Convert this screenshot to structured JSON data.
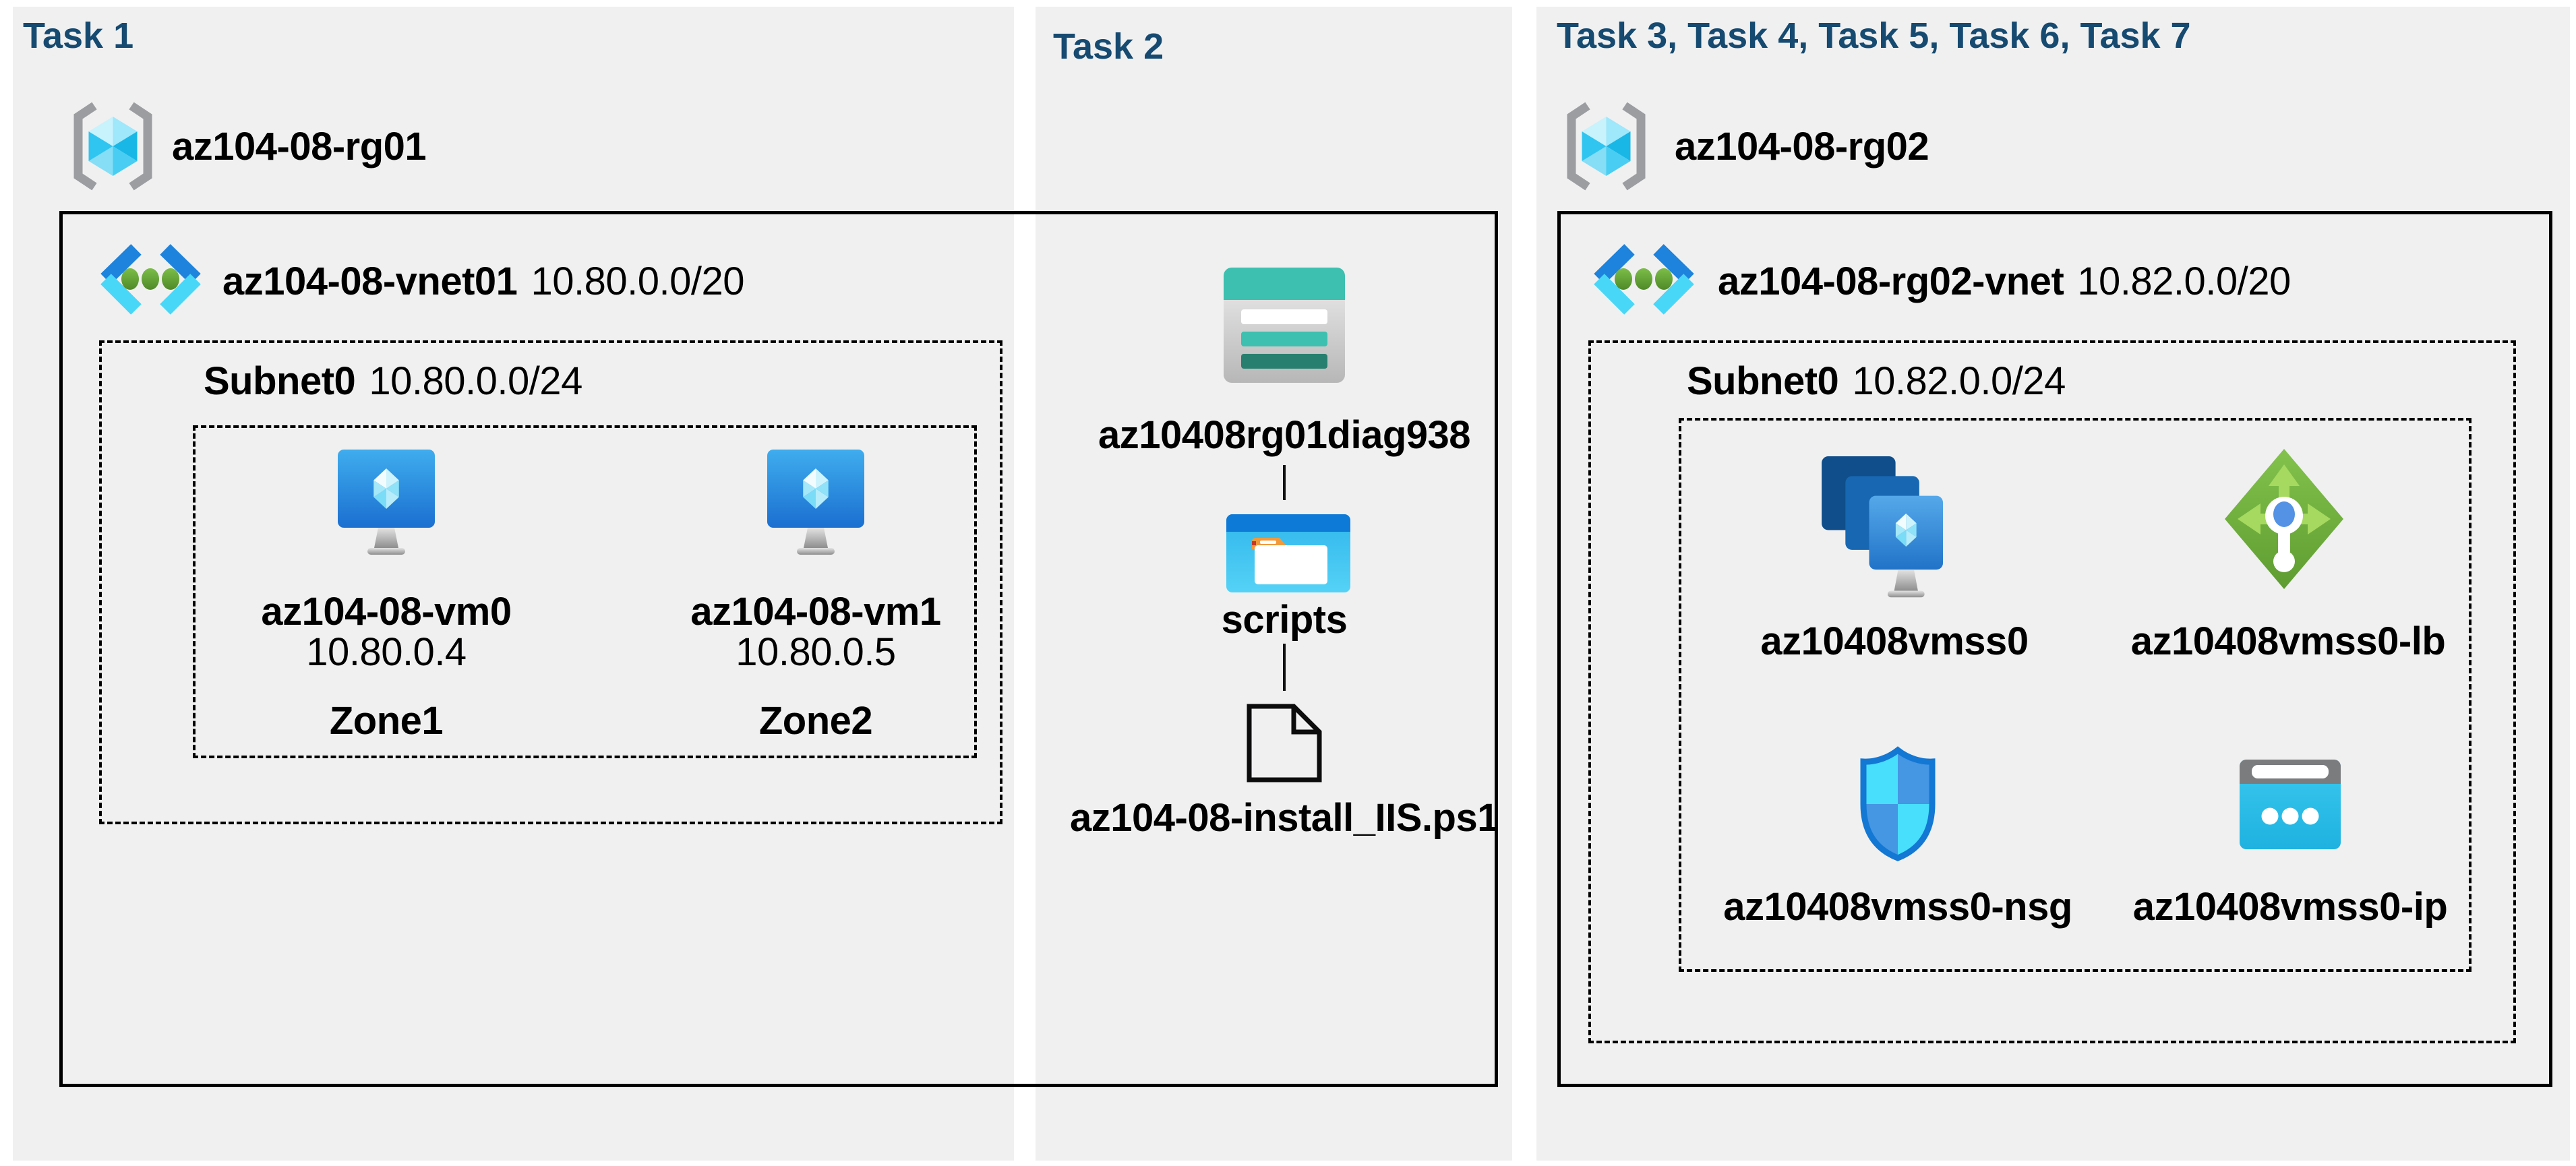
{
  "task1": {
    "title": "Task 1",
    "resource_group": "az104-08-rg01",
    "vnet": {
      "name": "az104-08-vnet01",
      "cidr": "10.80.0.0/20"
    },
    "subnet": {
      "name": "Subnet0",
      "cidr": "10.80.0.0/24"
    },
    "vms": [
      {
        "name": "az104-08-vm0",
        "ip": "10.80.0.4",
        "zone": "Zone1"
      },
      {
        "name": "az104-08-vm1",
        "ip": "10.80.0.5",
        "zone": "Zone2"
      }
    ]
  },
  "task2": {
    "title": "Task 2",
    "storage_account": "az10408rg01diag938",
    "container": "scripts",
    "file": "az104-08-install_IIS.ps1"
  },
  "task3": {
    "title": "Task 3, Task 4, Task 5, Task 6, Task 7",
    "resource_group": "az104-08-rg02",
    "vnet": {
      "name": "az104-08-rg02-vnet",
      "cidr": "10.82.0.0/20"
    },
    "subnet": {
      "name": "Subnet0",
      "cidr": "10.82.0.0/24"
    },
    "resources": [
      {
        "name": "az10408vmss0",
        "type": "vm-scale-set"
      },
      {
        "name": "az10408vmss0-lb",
        "type": "load-balancer"
      },
      {
        "name": "az10408vmss0-nsg",
        "type": "network-security-group"
      },
      {
        "name": "az10408vmss0-ip",
        "type": "public-ip"
      }
    ]
  },
  "icons": {
    "resource-group-icon": "gray brackets with cyan cube",
    "virtual-network-icon": "blue/cyan chevrons with green dots",
    "virtual-machine-icon": "blue monitor with cyan crystal",
    "vm-scale-set-icon": "three stacked blue squares with crystals on monitor stand",
    "load-balancer-icon": "green diamond with arrows and keyhole",
    "nsg-icon": "blue checkered shield",
    "public-ip-icon": "cyan browser card with three dots",
    "storage-account-icon": "teal table card",
    "folder-icon": "blue window with orange-tab folder",
    "file-icon": "outlined document with folded corner"
  },
  "colors": {
    "panel_background": "#F0F0F1",
    "heading": "#164A70",
    "boundary": "#000000",
    "azure_blue": "#1E83DC",
    "azure_cyan": "#49D7F8",
    "vnet_dot_green": "#6CB33E",
    "lb_green": "#72B43F",
    "storage_teal": "#3DC0AF",
    "folder_blue": "#0E7AD8",
    "ip_cyan": "#2FC1E9"
  }
}
